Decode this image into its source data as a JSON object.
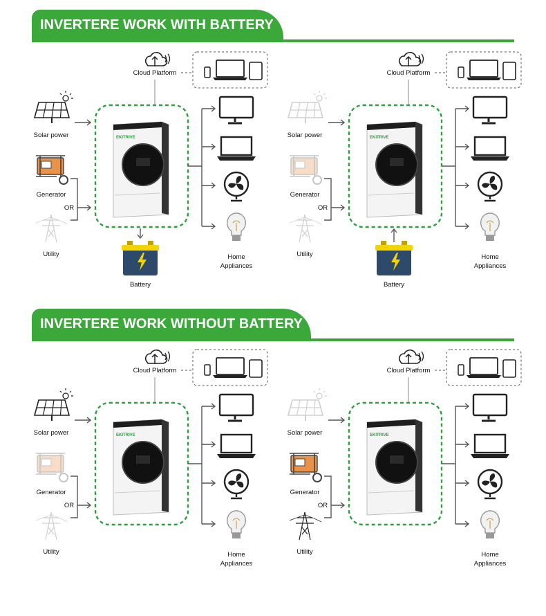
{
  "sections": [
    {
      "title": "INVERTERE WORK WITH BATTERY"
    },
    {
      "title": "INVERTERE WORK WITHOUT BATTERY"
    }
  ],
  "labels": {
    "cloud": "Cloud Platform",
    "solar": "Solar power",
    "generator": "Generator",
    "or": "OR",
    "utility": "Utility",
    "battery": "Battery",
    "home_line1": "Home",
    "home_line2": "Appliances",
    "brand": "EKITRIVE"
  },
  "panels": [
    {
      "id": "with-battery-discharge",
      "solar_active": true,
      "generator_active": true,
      "utility_active": false,
      "battery": "discharging"
    },
    {
      "id": "with-battery-charge",
      "solar_active": false,
      "generator_active": false,
      "utility_active": false,
      "battery": "charging"
    },
    {
      "id": "without-battery-solar",
      "solar_active": true,
      "generator_active": false,
      "utility_active": false,
      "battery": "none"
    },
    {
      "id": "without-battery-generator",
      "solar_active": false,
      "generator_active": true,
      "utility_active": true,
      "battery": "none"
    }
  ],
  "colors": {
    "accent": "#3aa93a",
    "dashed_border": "#2e9e3e",
    "battery_body": "#2e4a6b",
    "battery_accent": "#f2d400"
  }
}
